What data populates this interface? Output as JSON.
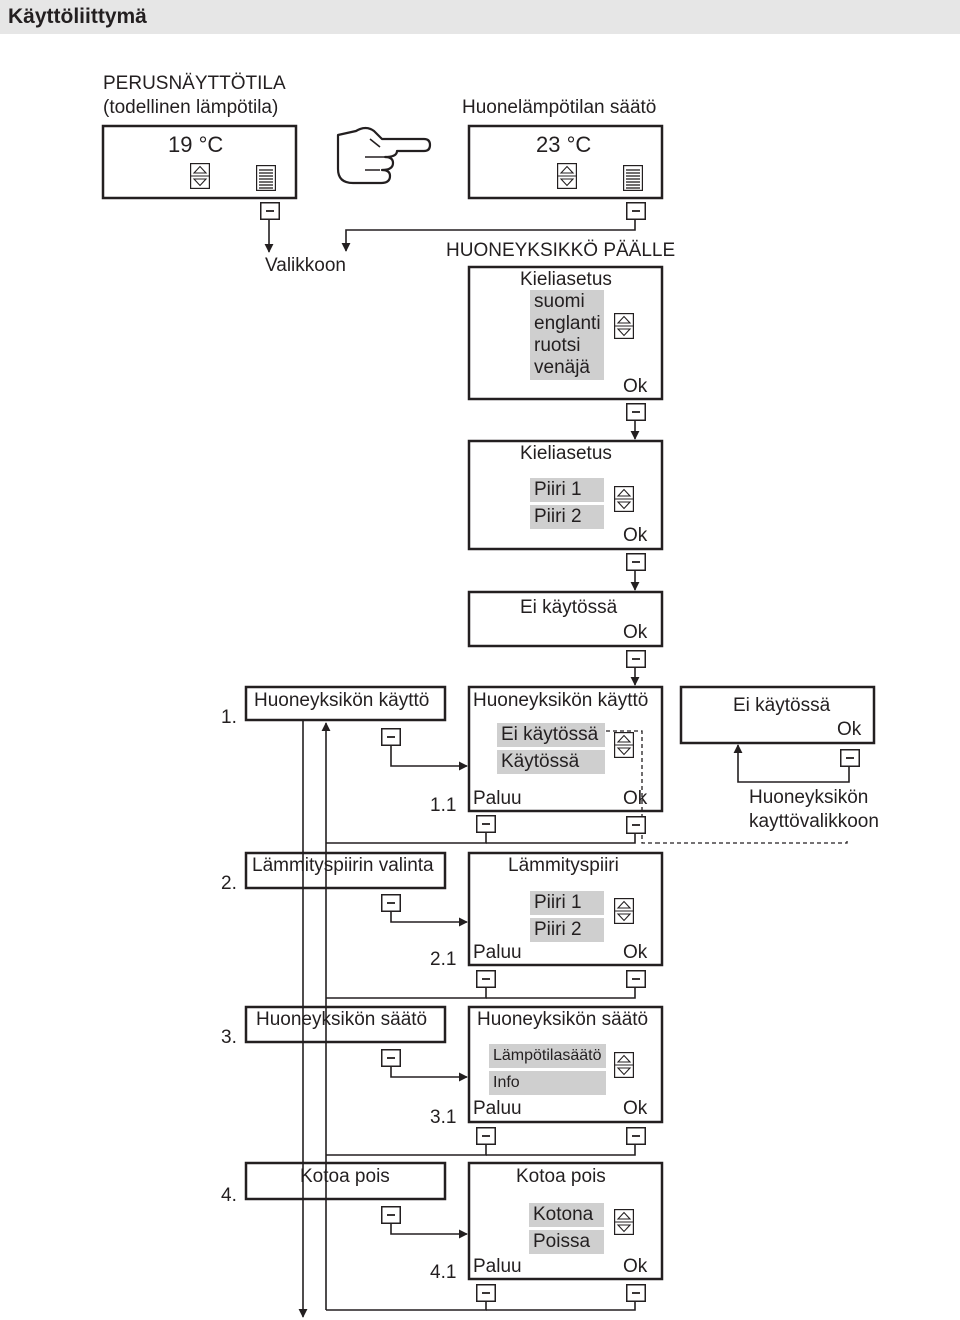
{
  "header": {
    "title": "Käyttöliittymä"
  },
  "main_screen": {
    "title_line1": "PERUSNÄYTTÖTILA",
    "title_line2": "(todellinen lämpötila)",
    "temp": "19 °C"
  },
  "setpoint_screen": {
    "title": "Huonelämpötilan säätö",
    "temp": "23 °C"
  },
  "to_menu": "Valikkoon",
  "power_on": "HUONEYKSIKKÖ PÄÄLLE",
  "lang_screen": {
    "title": "Kieliasetus",
    "options": [
      "suomi",
      "englanti",
      "ruotsi",
      "venäjä"
    ],
    "ok": "Ok"
  },
  "circuit_screen": {
    "title": "Kieliasetus",
    "options": [
      "Piiri 1",
      "Piiri 2"
    ],
    "ok": "Ok"
  },
  "disabled_screen": {
    "title": "Ei käytössä",
    "ok": "Ok"
  },
  "menu": [
    {
      "num": "1.",
      "label": "Huoneyksikön käyttö",
      "sub_num": "1.1",
      "sub_title": "Huoneyksikön käyttö",
      "options": [
        "Ei käytössä",
        "Käytössä"
      ],
      "back": "Paluu",
      "ok": "Ok"
    },
    {
      "num": "2.",
      "label": "Lämmityspiirin valinta",
      "sub_num": "2.1",
      "sub_title": "Lämmityspiiri",
      "options": [
        "Piiri 1",
        "Piiri 2"
      ],
      "back": "Paluu",
      "ok": "Ok"
    },
    {
      "num": "3.",
      "label": "Huoneyksikön säätö",
      "sub_num": "3.1",
      "sub_title": "Huoneyksikön säätö",
      "options": [
        "Lämpötilasäätö",
        "Info"
      ],
      "back": "Paluu",
      "ok": "Ok"
    },
    {
      "num": "4.",
      "label": "Kotoa pois",
      "sub_num": "4.1",
      "sub_title": "Kotoa pois",
      "options": [
        "Kotona",
        "Poissa"
      ],
      "back": "Paluu",
      "ok": "Ok"
    }
  ],
  "not_in_use_box": {
    "title": "Ei käytössä",
    "ok": "Ok"
  },
  "user_menu_note": {
    "line1": "Huoneyksikön",
    "line2": "kayttövalikkoon"
  }
}
